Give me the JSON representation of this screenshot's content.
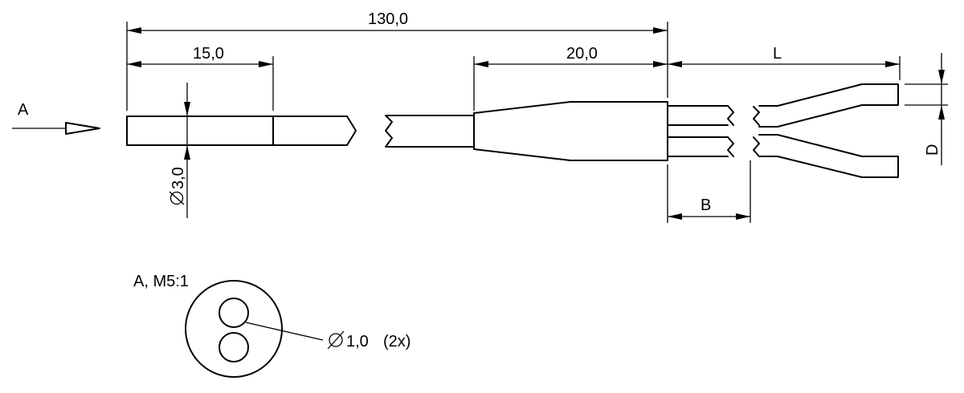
{
  "dimensions": {
    "total_length": "130,0",
    "probe_tip_length": "15,0",
    "sleeve_length": "20,0",
    "lead_length": "L",
    "strip_length": "B",
    "wire_gap": "D",
    "probe_diameter": "3,0"
  },
  "view_direction": "A",
  "detail": {
    "title": "A, M5:1",
    "conductor_diameter": "1,0",
    "conductor_count": "(2x)"
  }
}
